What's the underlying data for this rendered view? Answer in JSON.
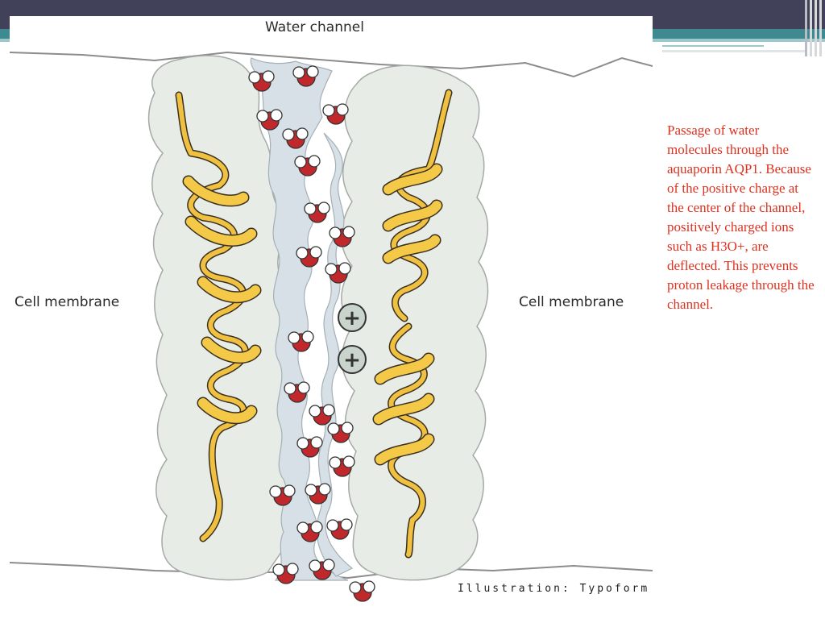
{
  "slide": {
    "caption": "Passage of water molecules through the aquaporin AQP1. Because of the positive charge at the center of the channel, positively charged ions such as H3O+, are deflected. This prevents proton leakage through the channel."
  },
  "figure": {
    "title": "Water channel",
    "label_left": "Cell membrane",
    "label_right": "Cell membrane",
    "credit": "Illustration: Typoform",
    "positive_charge_symbol": "+"
  },
  "colors": {
    "top_bar": "#41425a",
    "accent_teal": "#3f8a90",
    "caption_text": "#e0301e",
    "helix": "#f0c040",
    "protein": "#e8ece6",
    "channel": "#d6e0e6",
    "oxygen": "#c0282c"
  },
  "icons": [
    "water-molecule-icon",
    "positive-charge-icon",
    "alpha-helix-icon"
  ]
}
